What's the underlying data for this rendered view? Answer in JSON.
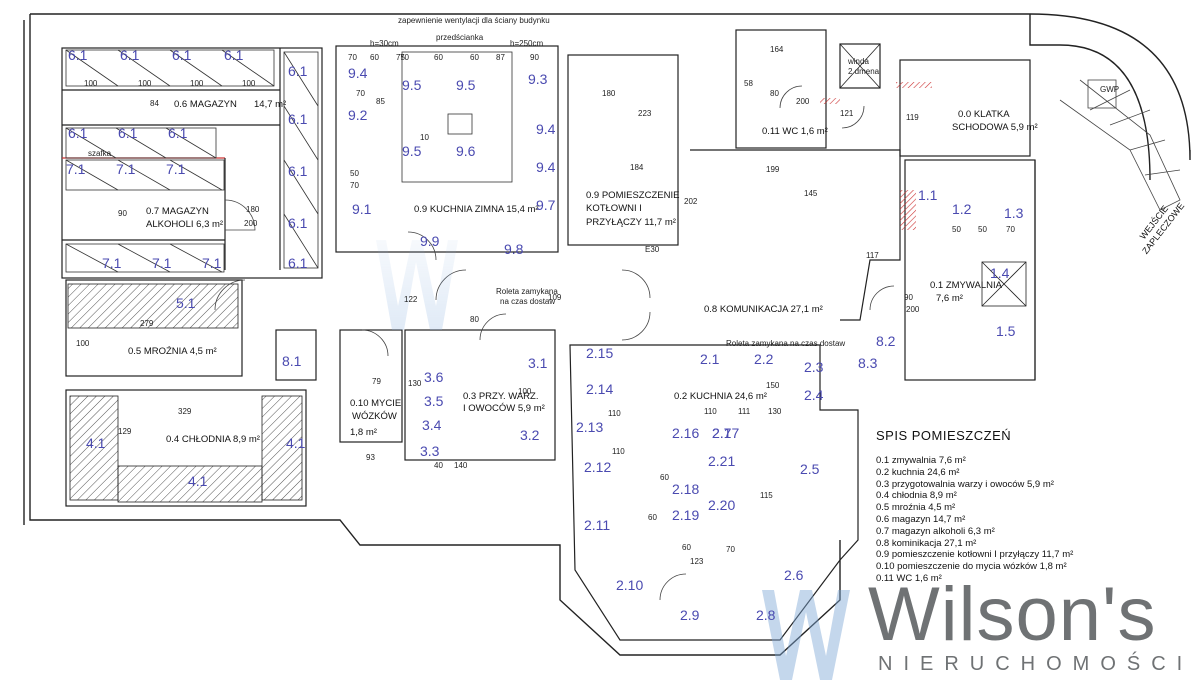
{
  "header": {
    "ventilation_note": "zapewnienie wentylacji dla ściany budynku",
    "partition": "przedścianka",
    "h30": "h=30cm",
    "h250": "h=250cm"
  },
  "rooms": {
    "magazyn": {
      "name": "0.6 MAGAZYN",
      "area": "14,7 m²"
    },
    "alkohol": {
      "line1": "0.7 MAGAZYN",
      "line2": "ALKOHOLI 6,3 m²"
    },
    "mroznia": {
      "name": "0.5 MROŹNIA 4,5 m²"
    },
    "chlodnia": {
      "name": "0.4 CHŁODNIA 8,9 m²"
    },
    "mycie": {
      "line1": "0.10 MYCIE",
      "line2": "WÓZKÓW",
      "line3": "1,8 m²"
    },
    "przyg": {
      "line1": "0.3 PRZY. WARZ.",
      "line2": "I OWOCÓW 5,9 m²"
    },
    "zimna": {
      "name": "0.9 KUCHNIA ZIMNA 15,4 m²"
    },
    "kotlownia": {
      "line1": "0.9 POMIESZCZENIE",
      "line2": "KOTŁOWNI I",
      "line3": "PRZYŁĄCZY 11,7 m²"
    },
    "komunikacja": {
      "name": "0.8 KOMUNIKACJA 27,1 m²"
    },
    "kuchnia": {
      "name": "0.2 KUCHNIA 24,6 m²"
    },
    "wc": {
      "name": "0.11 WC 1,6 m²"
    },
    "klatka": {
      "line1": "0.0 KLATKA",
      "line2": "SCHODOWA 5,9 m²"
    },
    "zmywalnia": {
      "line1": "0.1 ZMYWALNIA",
      "line2": "7,6 m²"
    }
  },
  "notes": {
    "roleta_dostaw": "Roleta zamykana",
    "roleta_dostaw2": "na czas dostaw",
    "roleta_komunikacja": "Roleta zamykana na czas dostaw",
    "wejscie1": "WEJŚCIE",
    "wejscie2": "ZAPLECZOWE",
    "gwp": "GWP",
    "winda1": "winda",
    "winda2": "2 dmena",
    "e30": "E30",
    "szafka": "szafka"
  },
  "equipment_labels": [
    "6.1",
    "6.1",
    "6.1",
    "6.1",
    "6.1",
    "6.1",
    "6.1",
    "6.1",
    "6.1",
    "6.1",
    "6.1",
    "6.1",
    "7.1",
    "7.1",
    "7.1",
    "7.1",
    "7.1",
    "7.1",
    "5.1",
    "4.1",
    "4.1",
    "4.1",
    "8.1",
    "9.4",
    "9.5",
    "9.5",
    "9.3",
    "9.4",
    "9.4",
    "9.5",
    "9.6",
    "9.7",
    "9.8",
    "9.9",
    "9.1",
    "9.2",
    "3.6",
    "3.5",
    "3.4",
    "3.3",
    "3.1",
    "3.2",
    "2.1",
    "2.2",
    "2.3",
    "2.4",
    "2.5",
    "2.6",
    "2.7",
    "2.8",
    "2.9",
    "2.10",
    "2.11",
    "2.12",
    "2.13",
    "2.14",
    "2.15",
    "2.16",
    "2.17",
    "2.18",
    "2.19",
    "2.20",
    "2.21",
    "1.1",
    "1.2",
    "1.3",
    "1.4",
    "1.5",
    "8.2",
    "8.3"
  ],
  "dimensions": [
    "100",
    "100",
    "100",
    "100",
    "84",
    "70",
    "50",
    "70",
    "90",
    "180",
    "200",
    "279",
    "100",
    "329",
    "129",
    "60",
    "70",
    "75",
    "60",
    "60",
    "87",
    "90",
    "70",
    "85",
    "10",
    "110",
    "110",
    "130",
    "111",
    "121",
    "164",
    "58",
    "80",
    "200",
    "119",
    "117",
    "199",
    "145",
    "223",
    "184",
    "202",
    "180",
    "50",
    "50",
    "70",
    "90",
    "200",
    "140",
    "93",
    "79",
    "122",
    "109",
    "130",
    "80",
    "40",
    "100",
    "110",
    "60",
    "70",
    "150",
    "60",
    "60",
    "115",
    "123"
  ],
  "legend": {
    "title": "SPIS POMIESZCZEŃ",
    "items": [
      "0.1 zmywalnia 7,6 m²",
      "0.2 kuchnia 24,6 m²",
      "0.3 przygotowalnia warzy i owoców 5,9 m²",
      "0.4 chłodnia 8,9 m²",
      "0.5 mroźnia 4,5 m²",
      "0.6 magazyn 14,7 m²",
      "0.7 magazyn alkoholi 6,3 m²",
      "0.8 kominikacja 27,1 m²",
      "0.9 pomieszczenie kotłowni I przyłączy 11,7 m²",
      "0.10 pomieszczenie do mycia wózków 1,8 m²",
      "0.11 WC 1,6 m²"
    ]
  },
  "brand": {
    "name": "Wilson's",
    "tagline": "NIERUCHOMOŚCI",
    "color": "#6f7274",
    "watermark_color": "#7da6d6"
  }
}
